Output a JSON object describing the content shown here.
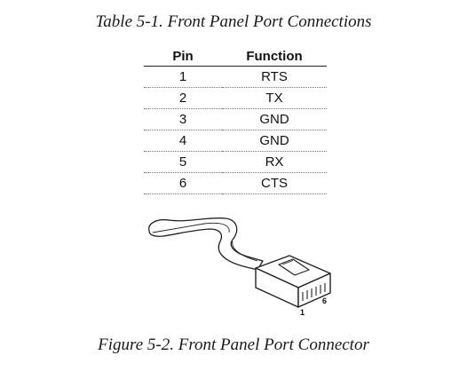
{
  "table": {
    "caption": "Table 5-1. Front Panel Port Connections",
    "headers": {
      "pin": "Pin",
      "function": "Function"
    },
    "rows": [
      {
        "pin": "1",
        "function": "RTS"
      },
      {
        "pin": "2",
        "function": "TX"
      },
      {
        "pin": "3",
        "function": "GND"
      },
      {
        "pin": "4",
        "function": "GND"
      },
      {
        "pin": "5",
        "function": "RX"
      },
      {
        "pin": "6",
        "function": "CTS"
      }
    ]
  },
  "figure": {
    "caption": "Figure 5-2. Front Panel Port Connector",
    "pin_labels": {
      "first": "1",
      "last": "6"
    }
  }
}
